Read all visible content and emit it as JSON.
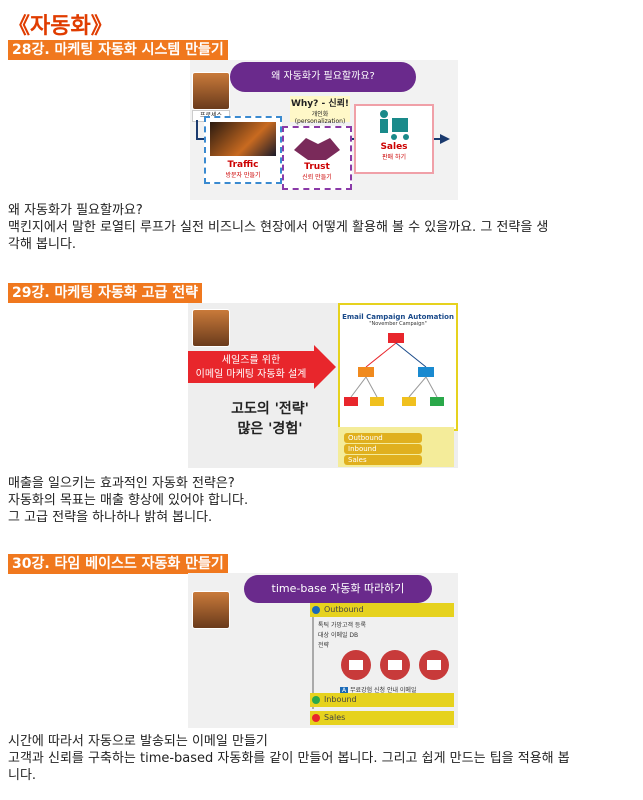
{
  "page_title": "《자동화》",
  "sections": [
    {
      "heading": "28강. 마케팅 자동화 시스템 만들기",
      "thumb": {
        "bubble": "왜 자동화가 필요할까요?",
        "side_tag": "프로세스",
        "why_title": "Why? - 신뢰!",
        "why_sub": "개인화 (personalization)",
        "traffic": "Traffic",
        "traffic_sub": "방문자 만들기",
        "trust": "Trust",
        "trust_sub": "신뢰 만들기",
        "sales": "Sales",
        "sales_sub": "판매 하기"
      },
      "lines": [
        "왜 자동화가 필요할까요?",
        "맥킨지에서 말한 로열티 루프가  실전 비즈니스 현장에서 어떻게 활용해 볼 수 있을까요. 그 전략을 생",
        "각해 봅니다."
      ]
    },
    {
      "heading": "29강. 마케팅 자동화 고급 전략",
      "thumb": {
        "arrow_line1": "세일즈를 위한",
        "arrow_line2": "이메일 마케팅 자동화 설계",
        "strategy1": "고도의 '전략'",
        "strategy2": "많은 '경험'",
        "diagram_title": "Email Campaign Automation",
        "diagram_sub": "\"November Campaign\"",
        "chip1": "Outbound",
        "chip2": "Inbound",
        "chip3": "Sales"
      },
      "lines": [
        "매출을 일으키는 효과적인 자동화 전략은?",
        "자동화의 목표는 매출 향상에 있어야 합니다.",
        "그 고급 전략을 하나하나 밝혀 봅니다."
      ]
    },
    {
      "heading": "30강. 타임 베이스드 자동화 만들기",
      "thumb": {
        "bubble": "time-base 자동화 따라하기",
        "outbound": "Outbound",
        "row1": "톡틱  가망고객 등록",
        "row2": "대상  이메일 DB",
        "row3": "전략",
        "row4": "무료강험 신청 안내 이메일",
        "inbound": "Inbound",
        "sales": "Sales"
      },
      "lines": [
        "시간에 따라서 자동으로 발송되는 이메일 만들기",
        "고객과 신뢰를 구축하는 time-based 자동화를 같이 만들어 봅니다. 그리고 쉽게 만드는 팁을 적용해 봅",
        "니다."
      ]
    }
  ],
  "colors": {
    "heading_bg": "#f0781e",
    "title": "#e03c00",
    "purple": "#6a2a8c",
    "red": "#e8262c",
    "yellow": "#e6d21e"
  }
}
